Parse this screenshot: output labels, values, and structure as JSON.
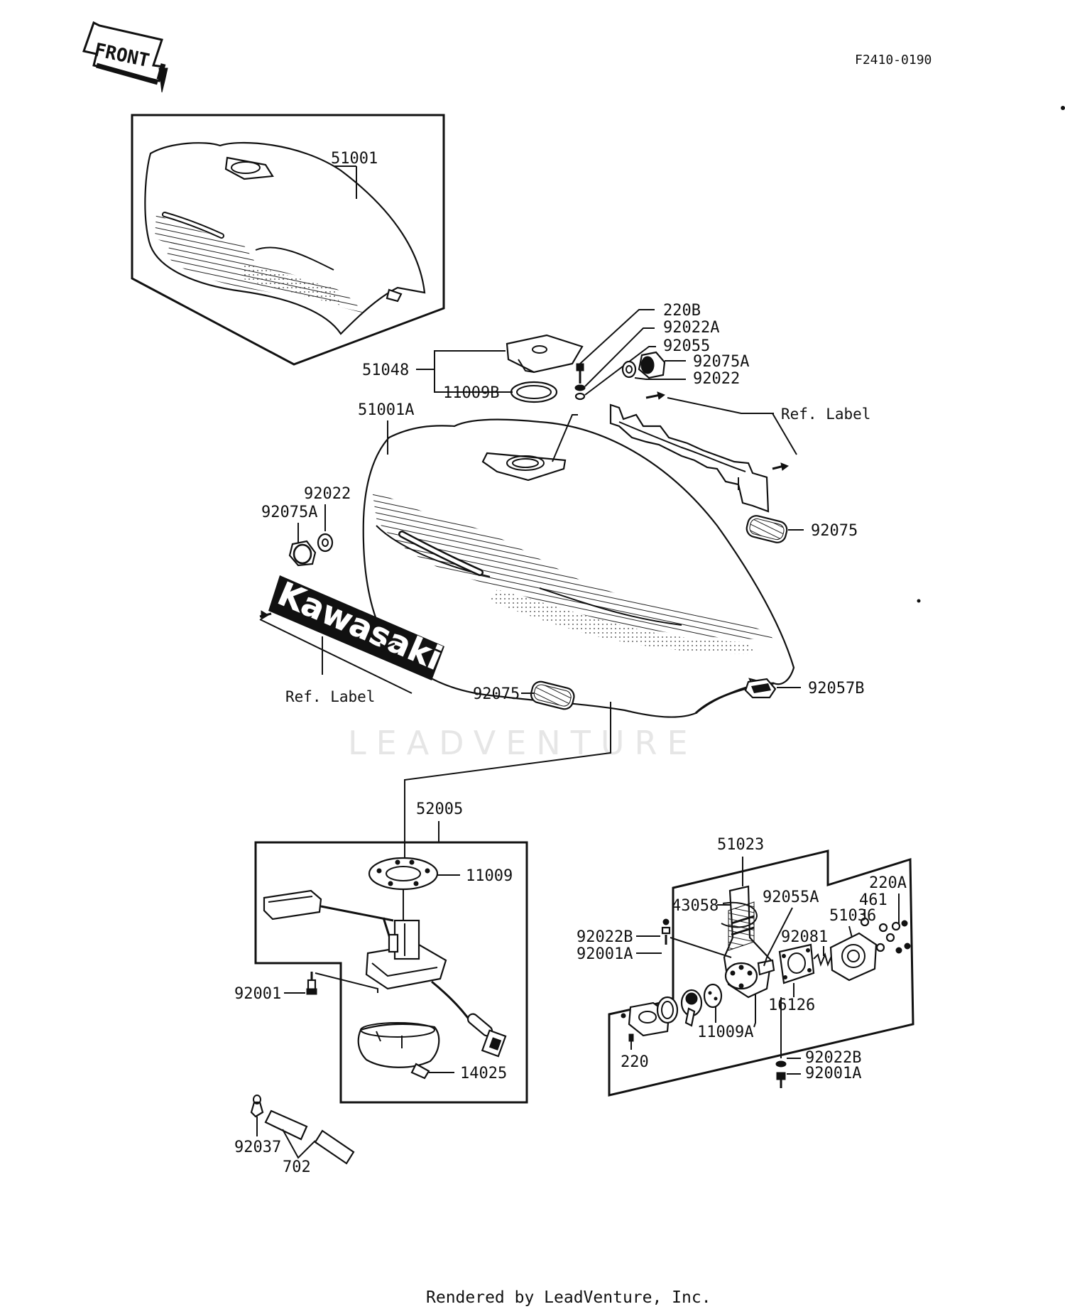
{
  "diagram": {
    "code": "F2410-0190",
    "front_label": "FRONT",
    "brand_emblem": "Kawasaki",
    "watermark": "LEADVENTURE",
    "credit": "Rendered by LeadVenture, Inc.",
    "labels": {
      "p51001": "51001",
      "p51001a": "51001A",
      "p220b": "220B",
      "p92022a": "92022A",
      "p92055": "92055",
      "p92075a_top": "92075A",
      "p92022_top": "92022",
      "ref_label_top": "Ref. Label",
      "p51048": "51048",
      "p11009b": "11009B",
      "p92022_left": "92022",
      "p92075a_left": "92075A",
      "p92075_right": "92075",
      "ref_label_left": "Ref. Label",
      "p92075_bottom": "92075",
      "p92057b": "92057B",
      "p52005": "52005",
      "p11009": "11009",
      "p92001": "92001",
      "p14025": "14025",
      "p92037": "92037",
      "p702": "702",
      "p51023": "51023",
      "p43058": "43058",
      "p92055a": "92055A",
      "p461": "461",
      "p220a": "220A",
      "p51036": "51036",
      "p92081": "92081",
      "p92022b_l": "92022B",
      "p92001a_l": "92001A",
      "p16126": "16126",
      "p11009a": "11009A",
      "p220": "220",
      "p92022b_b": "92022B",
      "p92001a_b": "92001A"
    }
  }
}
